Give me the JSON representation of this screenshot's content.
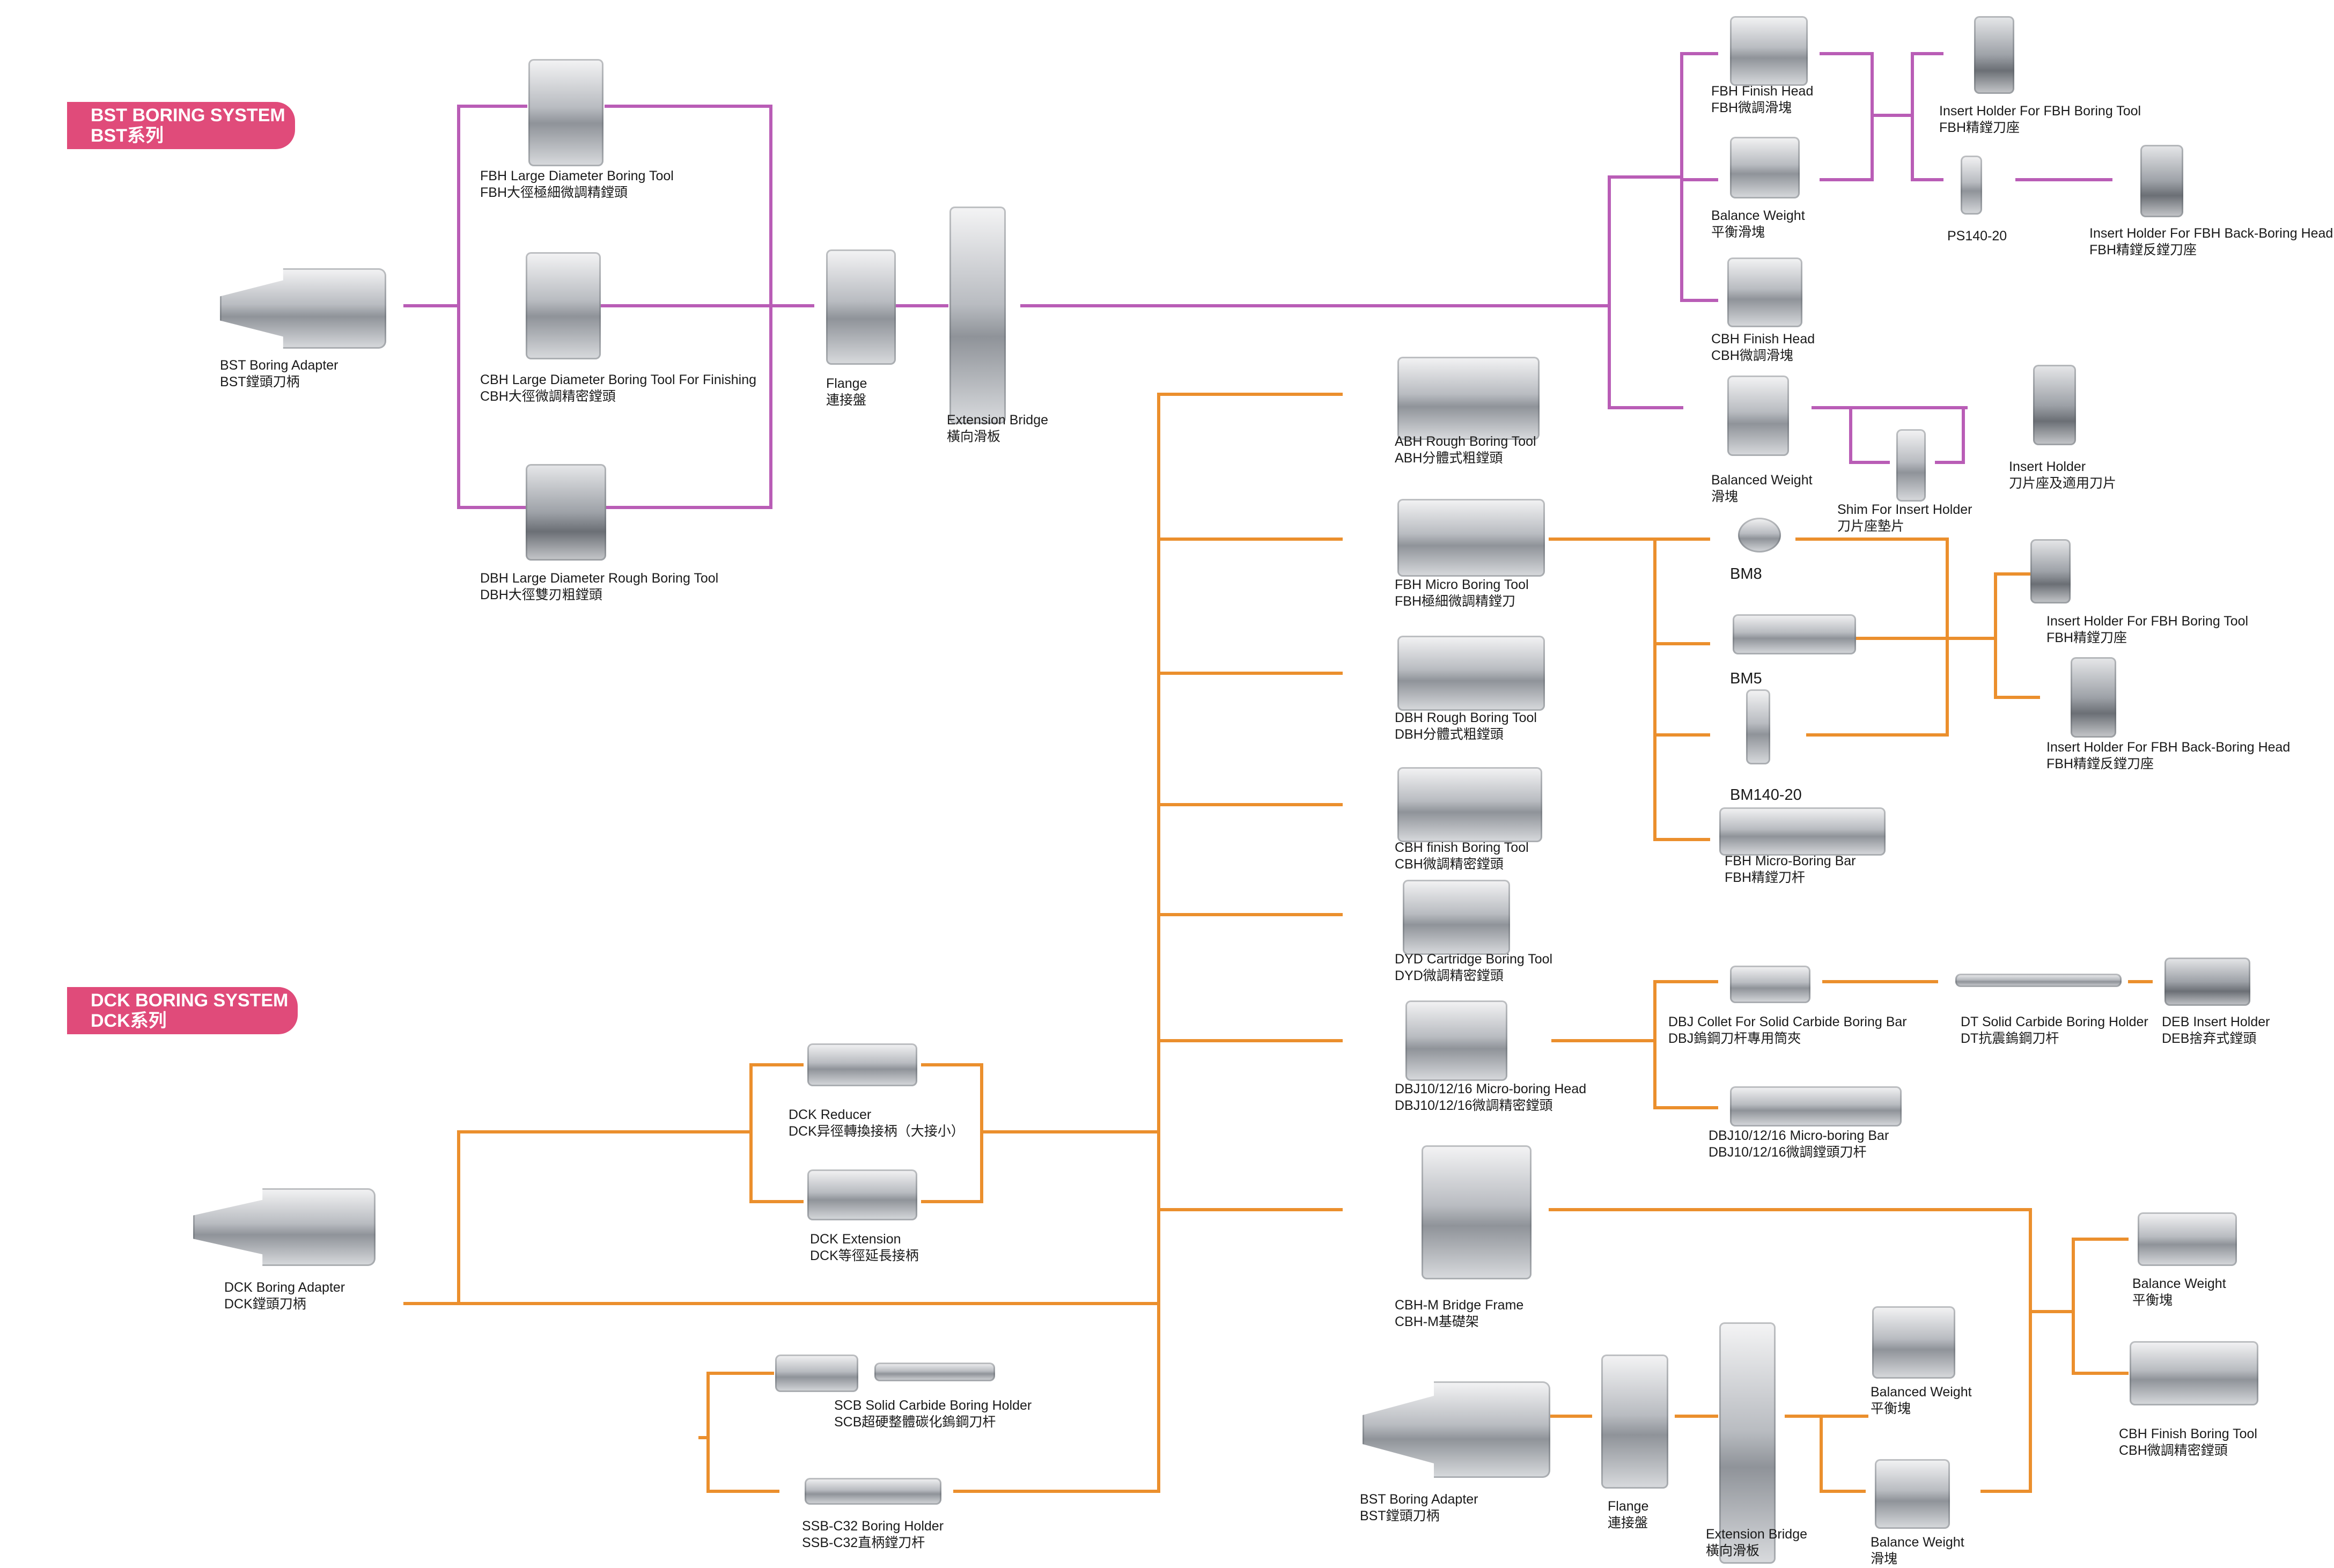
{
  "headers": {
    "bst": {
      "line1": "BST BORING SYSTEM",
      "line2": "BST系列"
    },
    "dck": {
      "line1": "DCK BORING SYSTEM",
      "line2": "DCK系列"
    }
  },
  "colors": {
    "bst_lines": "#b95db6",
    "dck_lines": "#eb8f2d",
    "header_bg": "#e04b7a"
  },
  "labels": {
    "bst_adapter": {
      "en": "BST Boring Adapter",
      "zh": "BST鏜頭刀柄"
    },
    "fbh_large": {
      "en": "FBH Large Diameter Boring Tool",
      "zh": "FBH大徑極細微調精鏜頭"
    },
    "cbh_large": {
      "en": "CBH Large Diameter Boring Tool For Finishing",
      "zh": "CBH大徑微調精密鏜頭"
    },
    "dbh_large": {
      "en": "DBH Large Diameter Rough Boring Tool",
      "zh": "DBH大徑雙刃粗鏜頭"
    },
    "flange_top": {
      "en": "Flange",
      "zh": "連接盤"
    },
    "ext_bridge_top": {
      "en": "Extension Bridge",
      "zh": "橫向滑板"
    },
    "fbh_finish_head": {
      "en": "FBH Finish Head",
      "zh": "FBH微調滑塊"
    },
    "balance_weight_top": {
      "en": "Balance Weight",
      "zh": "平衡滑塊"
    },
    "cbh_finish_head": {
      "en": "CBH Finish Head",
      "zh": "CBH微調滑塊"
    },
    "balanced_weight_top": {
      "en": "Balanced Weight",
      "zh": "滑塊"
    },
    "insert_holder_fbh_top": {
      "en": "Insert Holder For FBH Boring Tool",
      "zh": "FBH精鏜刀座"
    },
    "ps140": {
      "en": "PS140-20"
    },
    "insert_holder_back_top": {
      "en": "Insert Holder For FBH Back-Boring Head",
      "zh": "FBH精鏜反鏜刀座"
    },
    "shim": {
      "en": "Shim For Insert Holder",
      "zh": "刀片座墊片"
    },
    "insert_holder": {
      "en": "Insert Holder",
      "zh": "刀片座及適用刀片"
    },
    "abh_rough": {
      "en": "ABH Rough Boring Tool",
      "zh": "ABH分體式粗鏜頭"
    },
    "fbh_micro": {
      "en": "FBH Micro Boring Tool",
      "zh": "FBH極細微調精鏜刀"
    },
    "dbh_rough": {
      "en": "DBH Rough Boring Tool",
      "zh": "DBH分體式粗鏜頭"
    },
    "cbh_finish_tool": {
      "en": "CBH finish Boring Tool",
      "zh": "CBH微調精密鏜頭"
    },
    "dyd": {
      "en": "DYD Cartridge Boring Tool",
      "zh": "DYD微調精密鏜頭"
    },
    "dbj_head": {
      "en": "DBJ10/12/16 Micro-boring Head",
      "zh": "DBJ10/12/16微調精密鏜頭"
    },
    "cbhm": {
      "en": "CBH-M Bridge Frame",
      "zh": "CBH-M基礎架"
    },
    "bm8": {
      "en": "BM8"
    },
    "bm5": {
      "en": "BM5"
    },
    "bm140": {
      "en": "BM140-20"
    },
    "fbh_micro_bar": {
      "en": "FBH Micro-Boring Bar",
      "zh": "FBH精鏜刀杆"
    },
    "insert_holder_fbh_mid": {
      "en": "Insert Holder For FBH Boring Tool",
      "zh": "FBH精鏜刀座"
    },
    "insert_holder_back_mid": {
      "en": "Insert Holder For FBH Back-Boring Head",
      "zh": "FBH精鏜反鏜刀座"
    },
    "dbj_collet": {
      "en": "DBJ Collet For Solid Carbide Boring Bar",
      "zh": "DBJ鎢鋼刀杆專用筒夾"
    },
    "dt_holder": {
      "en": "DT Solid Carbide Boring Holder",
      "zh": "DT抗震鎢鋼刀杆"
    },
    "deb": {
      "en": "DEB Insert Holder",
      "zh": "DEB捨弃式鏜頭"
    },
    "dbj_bar": {
      "en": "DBJ10/12/16 Micro-boring Bar",
      "zh": "DBJ10/12/16微調鏜頭刀杆"
    },
    "dck_adapter": {
      "en": "DCK Boring Adapter",
      "zh": "DCK鏜頭刀柄"
    },
    "dck_reducer": {
      "en": "DCK Reducer",
      "zh": "DCK异徑轉換接柄（大接小）"
    },
    "dck_ext": {
      "en": "DCK Extension",
      "zh": "DCK等徑延長接柄"
    },
    "scb": {
      "en": "SCB Solid Carbide Boring Holder",
      "zh": "SCB超硬整體碳化鎢鋼刀杆"
    },
    "ssb": {
      "en": "SSB-C32 Boring Holder",
      "zh": "SSB-C32直柄鏜刀杆"
    },
    "bst_adapter_bottom": {
      "en": "BST Boring Adapter",
      "zh": "BST鏜頭刀柄"
    },
    "flange_bottom": {
      "en": "Flange",
      "zh": "連接盤"
    },
    "ext_bridge_bottom": {
      "en": "Extension Bridge",
      "zh": "橫向滑板"
    },
    "balanced_weight_bottom": {
      "en": "Balanced Weight",
      "zh": "平衡塊"
    },
    "balance_weight_bottom": {
      "en": "Balance Weight",
      "zh": "滑塊"
    },
    "balance_weight_right": {
      "en": "Balance Weight",
      "zh": "平衡塊"
    },
    "cbh_finish_right": {
      "en": "CBH Finish Boring Tool",
      "zh": "CBH微調精密鏜頭"
    }
  }
}
